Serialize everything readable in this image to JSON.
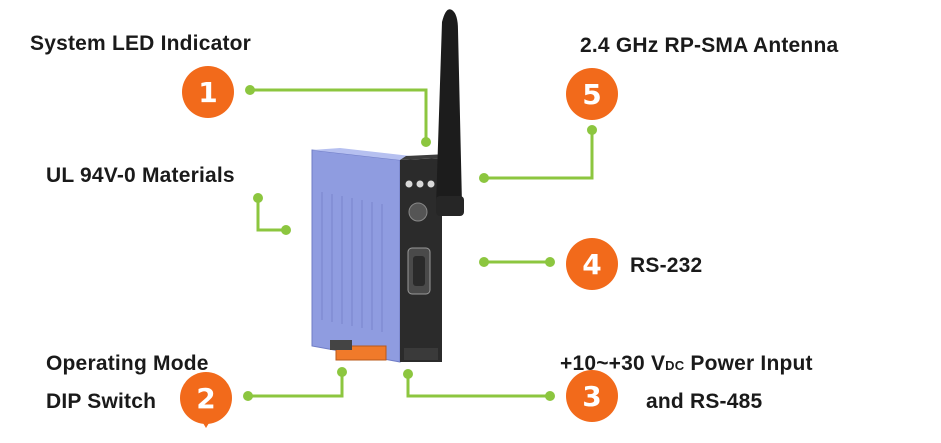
{
  "colors": {
    "badge": "#f26a1b",
    "leader": "#8cc63f",
    "enclosure": "#8f9ce0",
    "front_panel": "#2b2b2b",
    "antenna": "#1c1c1c"
  },
  "callouts": [
    {
      "number": "1",
      "text": "System LED Indicator"
    },
    {
      "number": "5",
      "text": "2.4 GHz RP-SMA Antenna"
    },
    {
      "number": "4",
      "text": "RS-232"
    },
    {
      "number": "3",
      "line1_prefix": "+10~+30 V",
      "line1_sub": "DC",
      "line1_suffix": " Power Input",
      "line2": "and RS-485"
    },
    {
      "number": "2",
      "line1": "Operating Mode",
      "line2": "DIP Switch"
    }
  ],
  "materials_label": "UL 94V-0 Materials"
}
